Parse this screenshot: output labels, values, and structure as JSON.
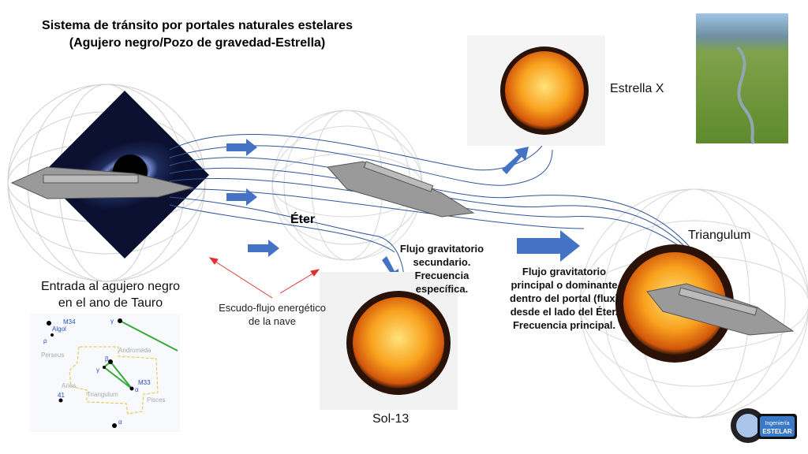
{
  "title": {
    "line1": "Sistema de tránsito por portales naturales estelares",
    "line2": "(Agujero negro/Pozo de gravedad-Estrella)"
  },
  "labels": {
    "entrada": [
      "Entrada al agujero negro",
      "en el ano de Tauro"
    ],
    "escudo": [
      "Escudo-flujo energético",
      "de la nave"
    ],
    "eter": "Éter",
    "estrella_x": "Estrella X",
    "triangulum": "Triangulum",
    "sol13": "Sol-13",
    "flujo_secundario": [
      "Flujo gravitatorio",
      "secundario.",
      "Frecuencia",
      "específica."
    ],
    "flujo_principal": [
      "Flujo gravitatorio",
      "principal o dominante",
      "dentro del portal (flux)",
      "desde el lado del Éter.",
      "Frecuencia principal."
    ]
  },
  "star_chart": {
    "labels": [
      "M34",
      "Algol",
      "ρ",
      "γ",
      "Perseus",
      "Andromeda",
      "β",
      "γ",
      "M33",
      "Aries",
      "Triangulum",
      "α",
      "Pisces",
      "41",
      "α"
    ]
  },
  "logo": {
    "line1": "Ingeniería",
    "line2": "ESTELAR"
  },
  "colors": {
    "arrow": "#4472c4",
    "flow": "#2f5597",
    "sun": "#f7941d",
    "red_arrow": "#e03030"
  }
}
